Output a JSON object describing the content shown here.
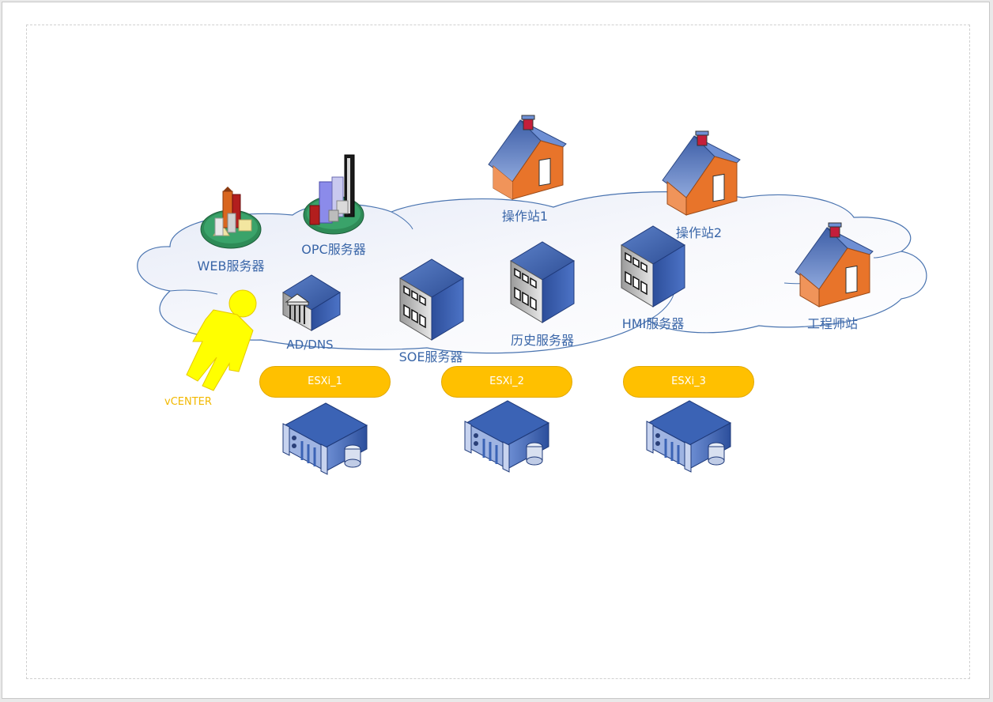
{
  "nodes": {
    "web_server": "WEB服务器",
    "opc_server": "OPC服务器",
    "operator_station_1": "操作站1",
    "operator_station_2": "操作站2",
    "engineer_station": "工程师站",
    "ad_dns": "AD/DNS",
    "soe_server": "SOE服务器",
    "history_server": "历史服务器",
    "hmi_server": "HMI服务器",
    "vcenter": "vCENTER"
  },
  "hosts": [
    {
      "label": "ESXi_1"
    },
    {
      "label": "ESXi_2"
    },
    {
      "label": "ESXi_3"
    }
  ],
  "colors": {
    "label_blue": "#3a66a8",
    "cloud_outline": "#4a74b0",
    "host_bar": "#ffc000",
    "vcenter_figure": "#ffff00",
    "house_wall": "#e87a2a",
    "roof_blue": "#5b7fc4"
  }
}
